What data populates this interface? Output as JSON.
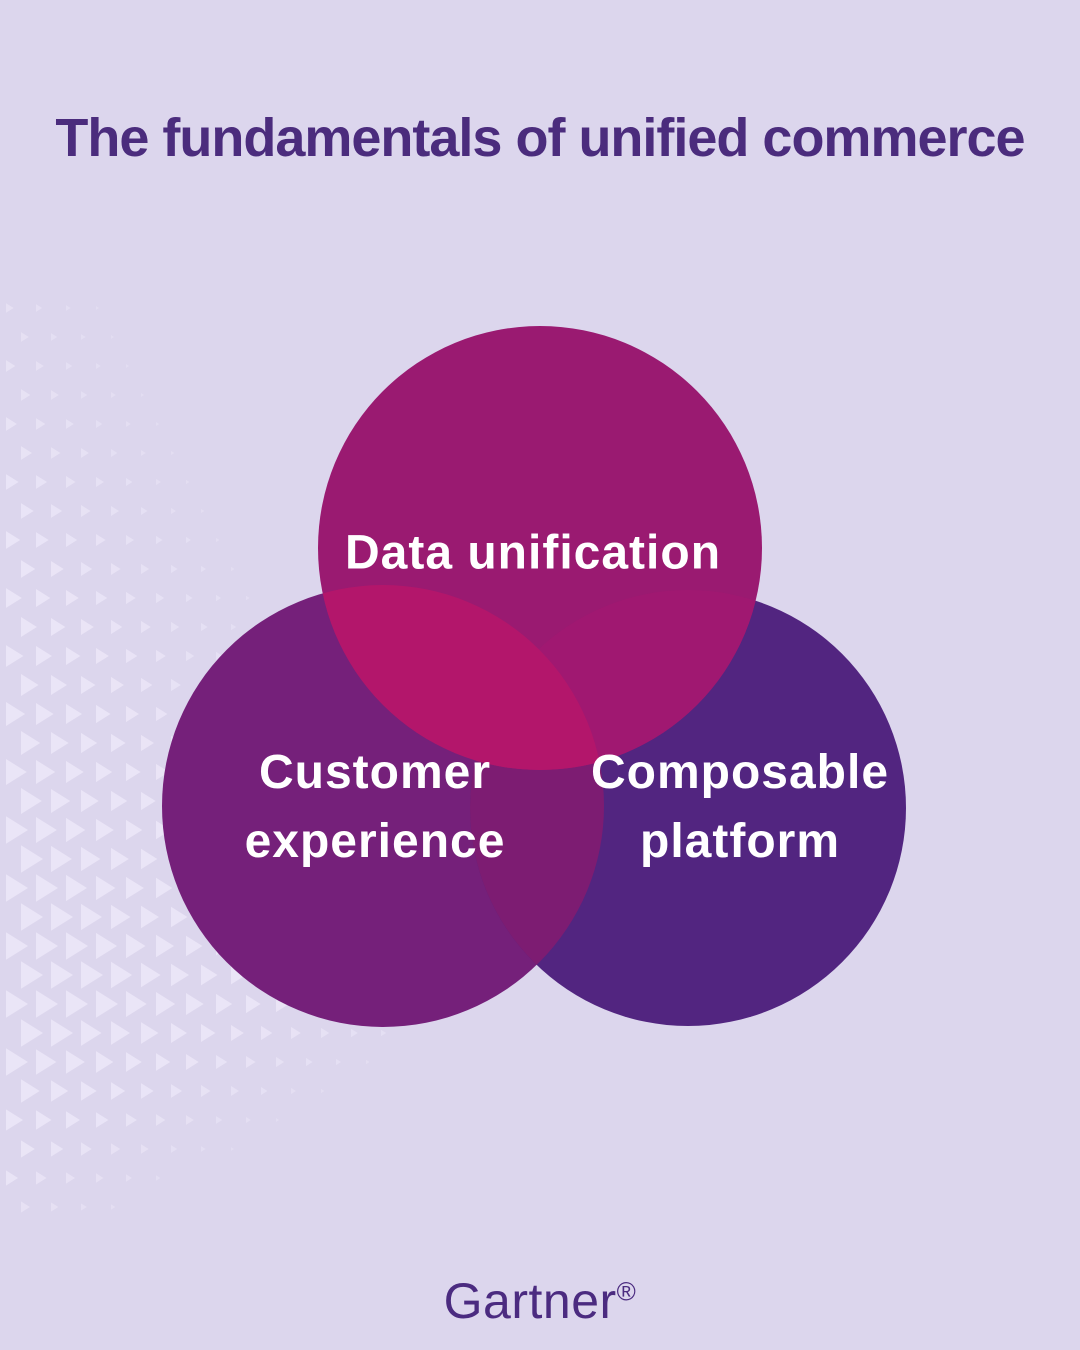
{
  "title": "The fundamentals of unified commerce",
  "venn": {
    "top": {
      "label": "Data unification",
      "color": "#9A1A71"
    },
    "left": {
      "lines": [
        "Customer",
        "experience"
      ],
      "color": "#75207A"
    },
    "right": {
      "lines": [
        "Composable",
        "platform"
      ],
      "color": "#522580"
    },
    "overlaps": {
      "left_right": "#7D1C72",
      "top_right": "#A01871",
      "top_left": "#B3166B"
    }
  },
  "footer": {
    "brand": "Gartner",
    "registered_mark": "®"
  },
  "theme": {
    "background": "#DCD6ED",
    "pattern_triangle": "#EFEAFA",
    "title_color": "#4B2C7D",
    "label_color": "#FFFFFF",
    "brand_color": "#4B2B80"
  }
}
